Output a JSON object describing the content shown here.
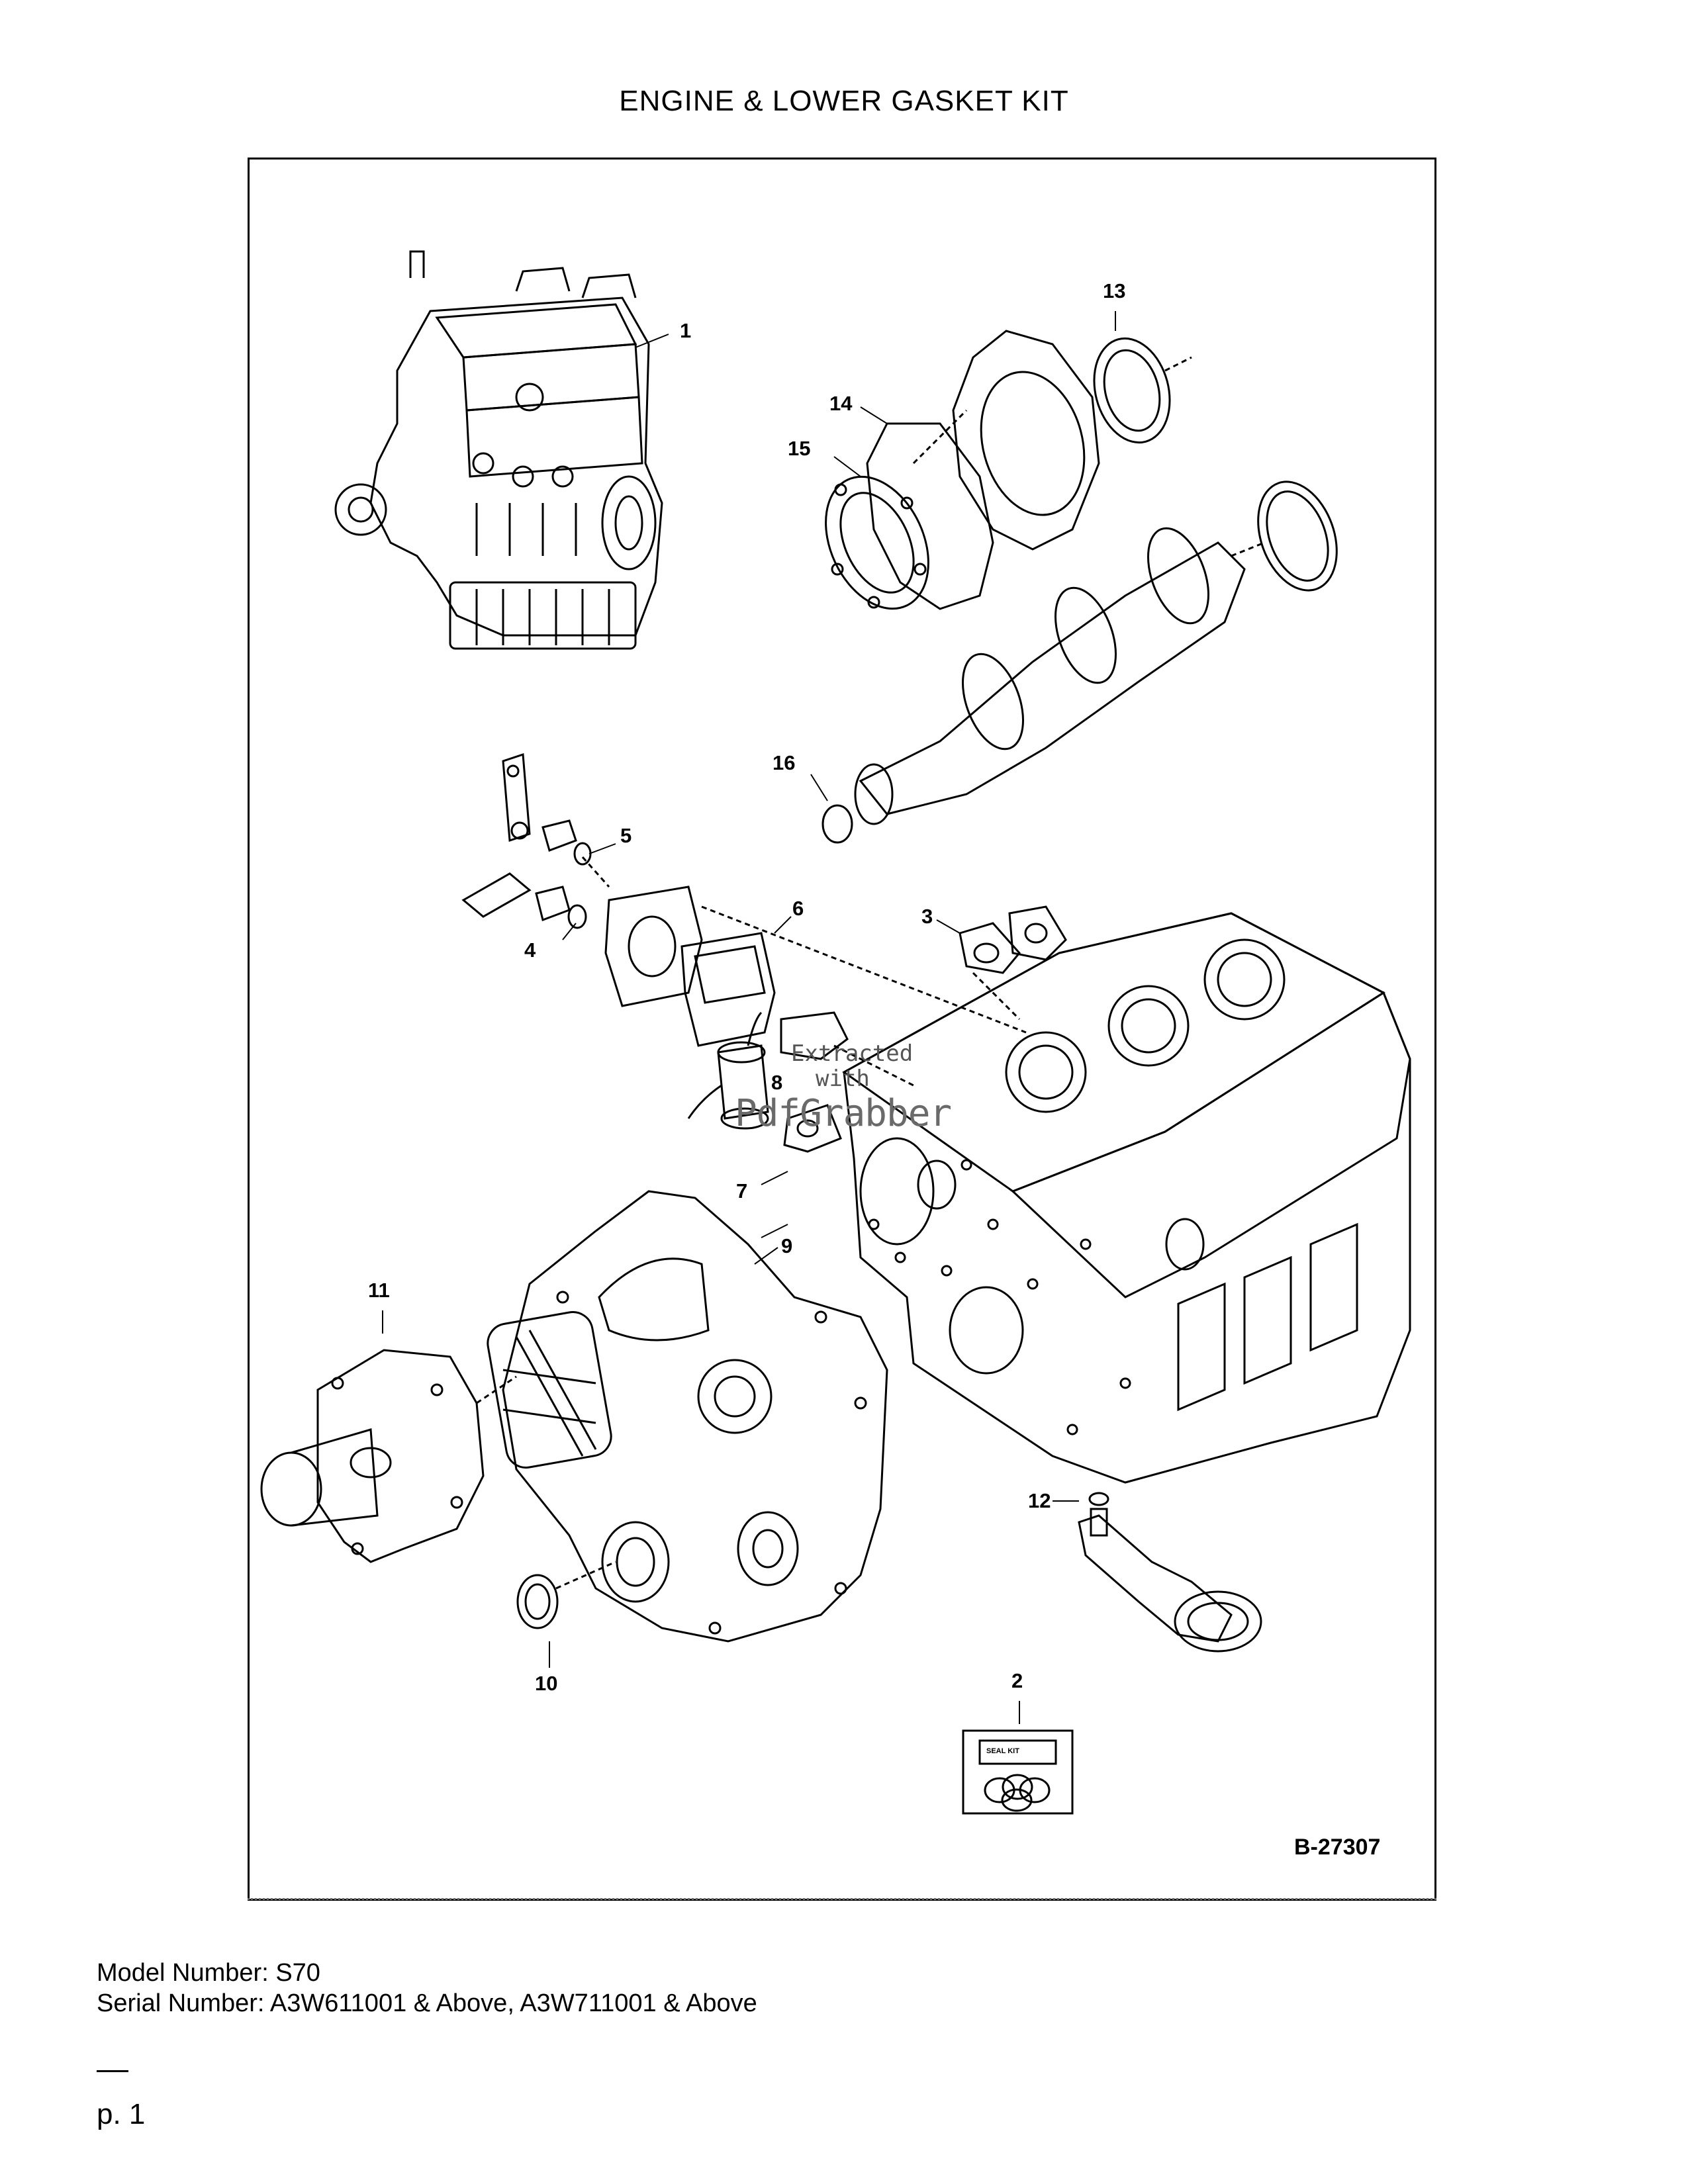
{
  "page": {
    "title": "ENGINE & LOWER GASKET KIT",
    "figure_ref": "B-27307",
    "model_number": "Model Number: S70",
    "serial_number": "Serial Number: A3W611001 & Above, A3W711001 & Above",
    "page_number": "p. 1"
  },
  "callouts": {
    "c1": "1",
    "c2": "2",
    "c3": "3",
    "c4": "4",
    "c5": "5",
    "c6": "6",
    "c7": "7",
    "c8": "8",
    "c9": "9",
    "c10": "10",
    "c11": "11",
    "c12": "12",
    "c13": "13",
    "c14": "14",
    "c15": "15",
    "c16": "16"
  },
  "seal_kit": {
    "label": "SEAL KIT"
  },
  "watermark": {
    "line1": "Extracted",
    "line2": "with",
    "line3": "PdfGrabber"
  }
}
